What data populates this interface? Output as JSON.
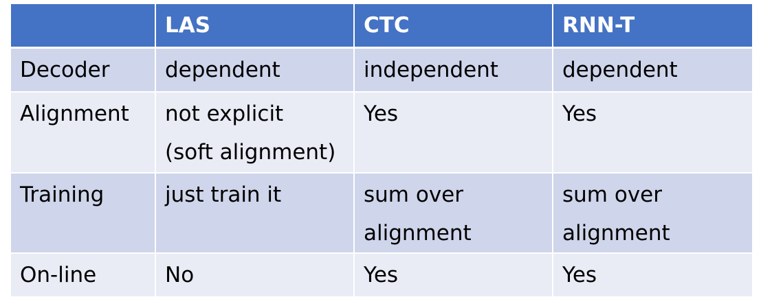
{
  "table": {
    "headers": [
      "",
      "LAS",
      "CTC",
      "RNN-T"
    ],
    "rows": [
      {
        "label": "Decoder",
        "cells": [
          [
            "dependent"
          ],
          [
            "independent"
          ],
          [
            "dependent"
          ]
        ]
      },
      {
        "label": "Alignment",
        "cells": [
          [
            "not explicit",
            "(soft alignment)"
          ],
          [
            "Yes"
          ],
          [
            "Yes"
          ]
        ]
      },
      {
        "label": "Training",
        "cells": [
          [
            "just train it"
          ],
          [
            "sum over",
            "alignment"
          ],
          [
            "sum over",
            "alignment"
          ]
        ]
      },
      {
        "label": "On-line",
        "cells": [
          [
            "No"
          ],
          [
            "Yes"
          ],
          [
            "Yes"
          ]
        ]
      }
    ]
  },
  "colors": {
    "header_bg": "#4472c4",
    "band_dark": "#cfd5ea",
    "band_light": "#e9ebf5",
    "header_text": "#ffffff",
    "body_text": "#000000"
  }
}
